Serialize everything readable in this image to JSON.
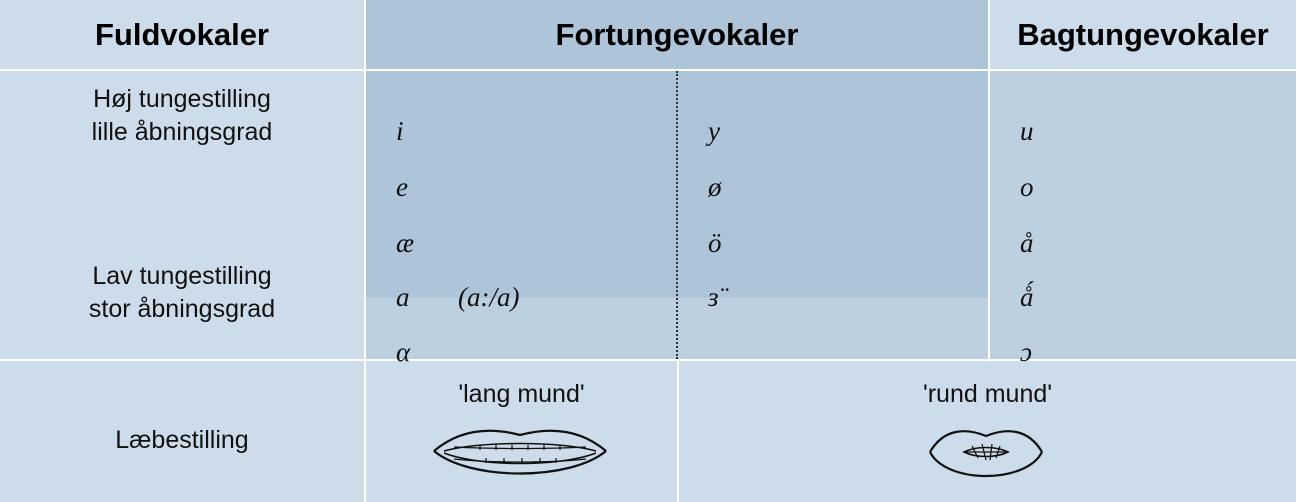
{
  "headers": {
    "col1": "Fuldvokaler",
    "col2": "Fortungevokaler",
    "col3": "Bagtungevokaler"
  },
  "row_labels": {
    "high_line1": "Høj tungestilling",
    "high_line2": "lille åbningsgrad",
    "low_line1": "Lav tungestilling",
    "low_line2": "stor åbningsgrad",
    "lips": "Læbestilling"
  },
  "vowels": {
    "front_unrounded": [
      "i",
      "e",
      "æ",
      "a",
      "α"
    ],
    "a_variant": "(a:/a)",
    "front_rounded": [
      "y",
      "ø",
      "ö",
      "ɜ̈"
    ],
    "back": [
      "u",
      "o",
      "å",
      "ǻ",
      "ɔ"
    ]
  },
  "lip_shapes": {
    "long": "'lang mund'",
    "round": "'rund mund'"
  },
  "colors": {
    "cell_light": "#cddcea",
    "cell_mid": "#bdd0e0",
    "cell_dark": "#adc4d9",
    "divider_dotted": "#333333"
  }
}
